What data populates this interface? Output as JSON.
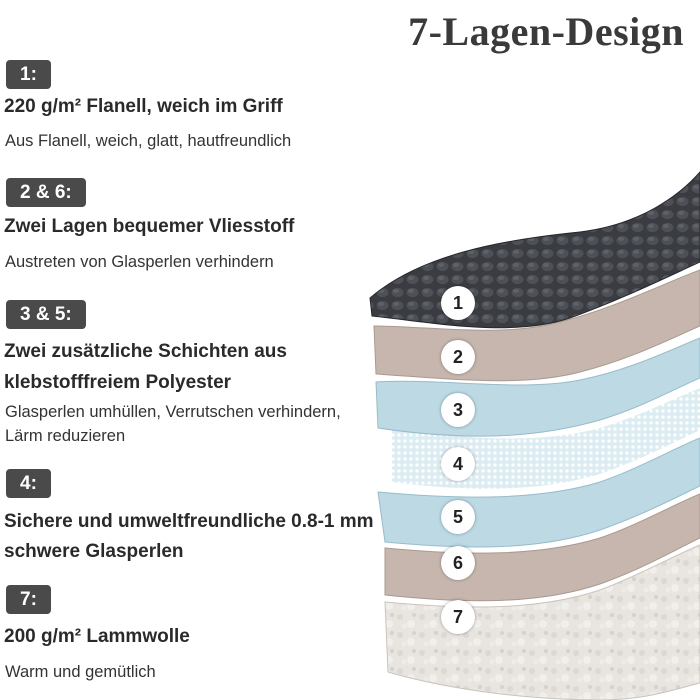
{
  "title": "7-Lagen-Design",
  "sections": [
    {
      "badge": "1:",
      "heading": [
        "220 g/m² Flanell, weich im Griff"
      ],
      "desc": [
        "Aus Flanell, weich, glatt, hautfreundlich"
      ]
    },
    {
      "badge": "2 & 6:",
      "heading": [
        "Zwei Lagen bequemer Vliesstoff"
      ],
      "desc": [
        "Austreten von Glasperlen verhindern"
      ]
    },
    {
      "badge": "3 & 5:",
      "heading": [
        "Zwei zusätzliche Schichten aus",
        "klebstofffreiem Polyester"
      ],
      "desc": [
        "Glasperlen umhüllen, Verrutschen verhindern,",
        "Lärm reduzieren"
      ]
    },
    {
      "badge": "4:",
      "heading": [
        "Sichere und umweltfreundliche 0.8-1 mm",
        "schwere Glasperlen"
      ],
      "desc": []
    },
    {
      "badge": "7:",
      "heading": [
        "200 g/m² Lammwolle"
      ],
      "desc": [
        "Warm und gemütlich"
      ]
    }
  ],
  "layers": [
    "1",
    "2",
    "3",
    "4",
    "5",
    "6",
    "7"
  ],
  "colors": {
    "badge_bg": "#4a4a4a",
    "flannel": "#3b3d42",
    "fleece": "#c8b8b0",
    "polyester": "#b9d6e2",
    "beads": "#dfeef4",
    "wool": "#e6e3de"
  }
}
